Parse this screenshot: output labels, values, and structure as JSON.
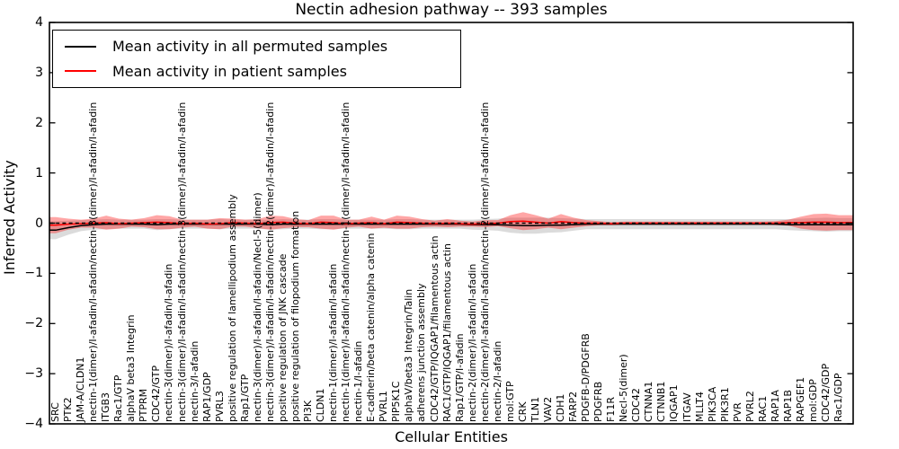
{
  "figure": {
    "title": "Nectin adhesion pathway -- 393 samples",
    "xlabel": "Cellular Entities",
    "ylabel": "Inferred Activity",
    "background": "#ffffff",
    "frame_color": "#000000"
  },
  "legend": {
    "entries": [
      {
        "label": "Mean activity in all permuted samples",
        "color": "#000000"
      },
      {
        "label": "Mean activity in patient samples",
        "color": "#ff0000"
      }
    ]
  },
  "axes": {
    "y_ticks": [
      4,
      3,
      2,
      1,
      0,
      -1,
      -2,
      -3,
      -4
    ],
    "ylim": [
      -4,
      4
    ]
  },
  "chart_data": {
    "type": "line",
    "title": "Nectin adhesion pathway -- 393 samples",
    "xlabel": "Cellular Entities",
    "ylabel": "Inferred Activity",
    "ylim": [
      -4,
      4
    ],
    "grid": false,
    "legend_position": "upper left",
    "categories": [
      "SRC",
      "PTK2",
      "JAM-A/CLDN1",
      "nectin-1(dimer)/I-afadin/I-afadin/nectin-3(dimer)/I-afadin/I-afadin",
      "ITGB3",
      "Rac1/GTP",
      "alphaV beta3 Integrin",
      "PTPRM",
      "CDC42/GTP",
      "nectin-3(dimer)/I-afadin/I-afadin",
      "nectin-3(dimer)/I-afadin/I-afadin/nectin-3(dimer)/I-afadin/I-afadin",
      "nectin-3/I-afadin",
      "RAP1/GDP",
      "PVRL3",
      "positive regulation of lamellipodium assembly",
      "Rap1/GTP",
      "nectin-3(dimer)/I-afadin/I-afadin/Necl-5(dimer)",
      "nectin-3(dimer)/I-afadin/I-afadin/nectin-2(dimer)/I-afadin/I-afadin",
      "positive regulation of JNK cascade",
      "positive regulation of filopodium formation",
      "PI3K",
      "CLDN1",
      "nectin-1(dimer)/I-afadin/I-afadin",
      "nectin-1(dimer)/I-afadin/I-afadin/nectin-1(dimer)/I-afadin/I-afadin",
      "nectin-1/I-afadin",
      "E-cadherin/beta catenin/alpha catenin",
      "PVRL1",
      "PIP5K1C",
      "alphaV/beta3 Integrin/Talin",
      "adherens junction assembly",
      "CDC42/GTP/IQGAP1/filamentous actin",
      "RAC1/GTP/IQGAP1/filamentous actin",
      "Rap1/GTP/I-afadin",
      "nectin-2(dimer)/I-afadin/I-afadin",
      "nectin-2(dimer)/I-afadin/I-afadin/nectin-2(dimer)/I-afadin/I-afadin",
      "nectin-2/I-afadin",
      "mol:GTP",
      "CRK",
      "TLN1",
      "VAV2",
      "CDH1",
      "FARP2",
      "PDGFB-D/PDGFRB",
      "PDGFRB",
      "F11R",
      "Necl-5(dimer)",
      "CDC42",
      "CTNNA1",
      "CTNNB1",
      "IQGAP1",
      "ITGAV",
      "MLLT4",
      "PIK3CA",
      "PIK3R1",
      "PVR",
      "PVRL2",
      "RAC1",
      "RAP1A",
      "RAP1B",
      "RAPGEF1",
      "mol:GDP",
      "CDC42/GDP",
      "Rac1/GDP"
    ],
    "series": [
      {
        "name": "Mean activity in all permuted samples",
        "color": "#000000",
        "style": "solid",
        "values": [
          -0.14,
          -0.09,
          -0.05,
          -0.03,
          -0.02,
          -0.02,
          -0.02,
          -0.02,
          -0.03,
          -0.02,
          -0.02,
          -0.02,
          -0.02,
          -0.02,
          -0.02,
          -0.02,
          -0.02,
          -0.03,
          -0.02,
          -0.02,
          -0.02,
          -0.02,
          -0.02,
          -0.02,
          -0.02,
          -0.02,
          -0.02,
          -0.02,
          -0.02,
          -0.02,
          -0.02,
          -0.02,
          -0.02,
          -0.03,
          -0.03,
          -0.03,
          -0.04,
          -0.05,
          -0.05,
          -0.04,
          -0.04,
          -0.03,
          -0.02,
          -0.02,
          -0.02,
          -0.02,
          -0.02,
          -0.02,
          -0.02,
          -0.02,
          -0.02,
          -0.02,
          -0.02,
          -0.02,
          -0.02,
          -0.02,
          -0.02,
          -0.02,
          -0.03,
          -0.03,
          -0.03,
          -0.03,
          -0.03
        ]
      },
      {
        "name": "Mean activity in patient samples",
        "color": "#ff0000",
        "style": "solid",
        "values": [
          -0.04,
          -0.02,
          -0.01,
          0,
          0.01,
          -0.01,
          0,
          0.01,
          0.02,
          0.01,
          -0.01,
          0,
          -0.02,
          -0.01,
          0.01,
          0,
          -0.01,
          0.01,
          0.02,
          0,
          -0.01,
          0.02,
          0.01,
          -0.01,
          0,
          0.01,
          -0.01,
          0.02,
          0.01,
          0,
          -0.01,
          0,
          -0.01,
          -0.02,
          -0.01,
          0,
          0.03,
          0.04,
          0.02,
          0,
          0.03,
          0.01,
          0,
          0,
          -0.01,
          0,
          0,
          0,
          0,
          0,
          0,
          0,
          0,
          0,
          0,
          0,
          0,
          0,
          0.01,
          0.01,
          0.02,
          0.02,
          0.01
        ]
      },
      {
        "name": "zero reference",
        "color": "#000000",
        "style": "dashed",
        "values": [
          0,
          0,
          0,
          0,
          0,
          0,
          0,
          0,
          0,
          0,
          0,
          0,
          0,
          0,
          0,
          0,
          0,
          0,
          0,
          0,
          0,
          0,
          0,
          0,
          0,
          0,
          0,
          0,
          0,
          0,
          0,
          0,
          0,
          0,
          0,
          0,
          0,
          0,
          0,
          0,
          0,
          0,
          0,
          0,
          0,
          0,
          0,
          0,
          0,
          0,
          0,
          0,
          0,
          0,
          0,
          0,
          0,
          0,
          0,
          0,
          0,
          0,
          0
        ]
      }
    ],
    "bands": [
      {
        "name": "permuted samples spread",
        "color": "#999999",
        "opacity": 0.35,
        "center_series": 0,
        "halfwidths": [
          0.18,
          0.14,
          0.11,
          0.1,
          0.1,
          0.09,
          0.09,
          0.09,
          0.11,
          0.1,
          0.09,
          0.09,
          0.09,
          0.1,
          0.09,
          0.09,
          0.09,
          0.1,
          0.1,
          0.09,
          0.09,
          0.1,
          0.1,
          0.09,
          0.09,
          0.09,
          0.09,
          0.1,
          0.1,
          0.09,
          0.09,
          0.09,
          0.09,
          0.1,
          0.11,
          0.12,
          0.15,
          0.16,
          0.16,
          0.15,
          0.14,
          0.12,
          0.1,
          0.1,
          0.1,
          0.1,
          0.1,
          0.1,
          0.1,
          0.1,
          0.1,
          0.1,
          0.1,
          0.1,
          0.1,
          0.1,
          0.1,
          0.1,
          0.11,
          0.12,
          0.13,
          0.14,
          0.13
        ]
      },
      {
        "name": "patient samples spread",
        "color": "#ff0000",
        "opacity": 0.35,
        "center_series": 1,
        "halfwidths": [
          0.16,
          0.11,
          0.08,
          0.09,
          0.14,
          0.1,
          0.07,
          0.09,
          0.14,
          0.13,
          0.08,
          0.07,
          0.09,
          0.11,
          0.08,
          0.07,
          0.09,
          0.14,
          0.12,
          0.08,
          0.07,
          0.13,
          0.14,
          0.08,
          0.07,
          0.12,
          0.08,
          0.13,
          0.12,
          0.08,
          0.06,
          0.08,
          0.06,
          0.05,
          0.07,
          0.06,
          0.13,
          0.18,
          0.14,
          0.09,
          0.15,
          0.1,
          0.06,
          0.04,
          0.03,
          0.03,
          0.03,
          0.03,
          0.03,
          0.03,
          0.03,
          0.03,
          0.03,
          0.03,
          0.03,
          0.03,
          0.03,
          0.04,
          0.06,
          0.12,
          0.16,
          0.17,
          0.15
        ]
      }
    ]
  }
}
